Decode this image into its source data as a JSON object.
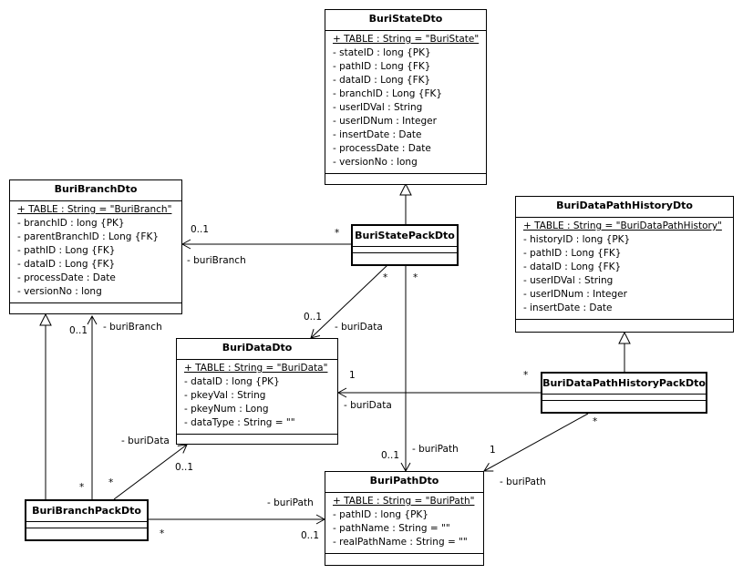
{
  "classes": {
    "state": {
      "name": "BuriStateDto",
      "attributes": [
        "+ TABLE : String = \"BuriState\"",
        "- stateID : long {PK}",
        "- pathID : Long {FK}",
        "- dataID : Long {FK}",
        "- branchID : Long {FK}",
        "- userIDVal : String",
        "- userIDNum : Integer",
        "- insertDate : Date",
        "- processDate : Date",
        "- versionNo : long"
      ]
    },
    "branch": {
      "name": "BuriBranchDto",
      "attributes": [
        "+ TABLE : String = \"BuriBranch\"",
        "- branchID : long {PK}",
        "- parentBranchID : Long {FK}",
        "- pathID : Long {FK}",
        "- dataID : Long {FK}",
        "- processDate : Date",
        "- versionNo : long"
      ]
    },
    "statePack": {
      "name": "BuriStatePackDto"
    },
    "history": {
      "name": "BuriDataPathHistoryDto",
      "attributes": [
        "+ TABLE : String = \"BuriDataPathHistory\"",
        "- historyID : long {PK}",
        "- pathID : Long {FK}",
        "- dataID : Long {FK}",
        "- userIDVal : String",
        "- userIDNum : Integer",
        "- insertDate : Date"
      ]
    },
    "data": {
      "name": "BuriDataDto",
      "attributes": [
        "+ TABLE : String = \"BuriData\"",
        "- dataID : long {PK}",
        "- pkeyVal : String",
        "- pkeyNum : Long",
        "- dataType : String = \"\""
      ]
    },
    "historyPack": {
      "name": "BuriDataPathHistoryPackDto"
    },
    "path": {
      "name": "BuriPathDto",
      "attributes": [
        "+ TABLE : String = \"BuriPath\"",
        "- pathID : long {PK}",
        "- pathName : String = \"\"",
        "- realPathName : String = \"\""
      ]
    },
    "branchPack": {
      "name": "BuriBranchPackDto"
    }
  },
  "labels": {
    "sp_branch_role": "- buriBranch",
    "sp_branch_mult_target": "0..1",
    "sp_branch_mult_source": "*",
    "sp_data_role": "- buriData",
    "sp_data_mult_target": "0..1",
    "sp_data_mult_source": "*",
    "sp_path_role": "- buriPath",
    "sp_path_mult_target": "0..1",
    "sp_path_mult_source": "*",
    "bp_branch_role": "- buriBranch",
    "bp_branch_mult_target": "0..1",
    "bp_branch_mult_source": "*",
    "bp_data_role": "- buriData",
    "bp_data_mult_target": "0..1",
    "bp_data_mult_source": "*",
    "bp_path_role": "- buriPath",
    "bp_path_mult_target": "0..1",
    "bp_path_mult_source": "*",
    "hp_data_role": "- buriData",
    "hp_data_mult_target": "1",
    "hp_data_mult_source": "*",
    "hp_path_role": "- buriPath",
    "hp_path_mult_target": "1",
    "hp_path_mult_source": "*"
  }
}
